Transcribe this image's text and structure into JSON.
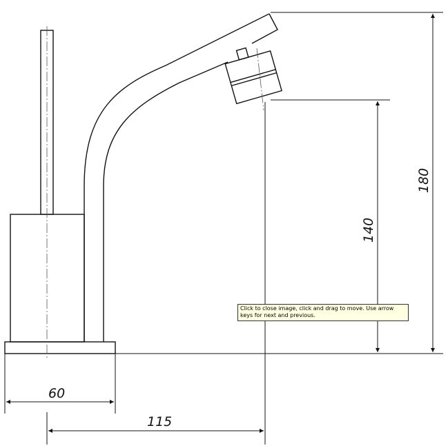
{
  "dimensions": {
    "base_width": "60",
    "spout_reach": "115",
    "outlet_height": "140",
    "total_height": "180"
  },
  "tooltip": {
    "text": "Click to close image, click and drag to move. Use arrow keys for next and previous."
  }
}
